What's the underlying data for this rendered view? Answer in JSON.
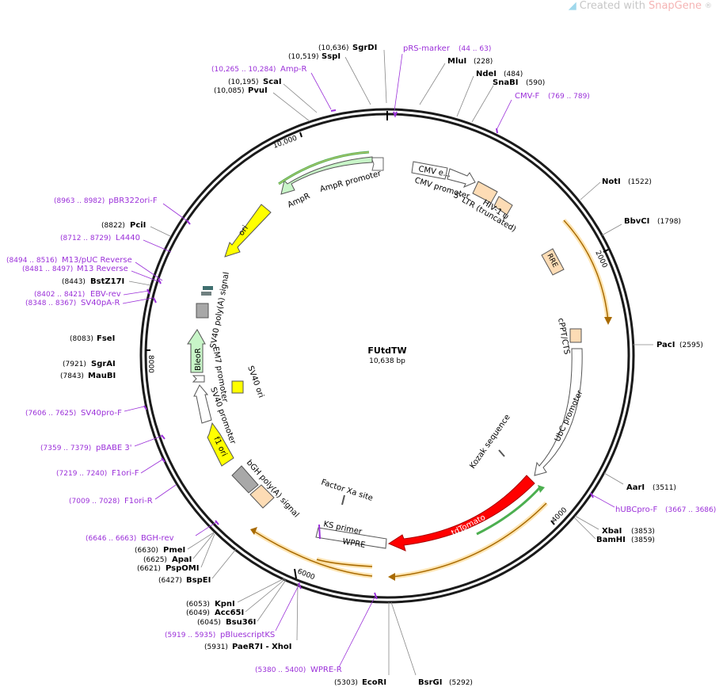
{
  "watermark": {
    "prefix": "Created with",
    "brand": "SnapGene",
    "suffix": "®"
  },
  "plasmid": {
    "name": "FUtdTW",
    "size": "10,638 bp",
    "length_bp": 10638
  },
  "ticks": [
    "2000",
    "4000",
    "6000",
    "8000",
    "10,000"
  ],
  "sites": [
    {
      "pos": "(10,636)",
      "name": "SgrDI"
    },
    {
      "pos": "(10,519)",
      "name": "SspI"
    },
    {
      "pos": "(228)",
      "name": "MluI"
    },
    {
      "pos": "(484)",
      "name": "NdeI"
    },
    {
      "pos": "(590)",
      "name": "SnaBI"
    },
    {
      "pos": "(10,195)",
      "name": "ScaI"
    },
    {
      "pos": "(10,085)",
      "name": "PvuI"
    },
    {
      "pos": "(1522)",
      "name": "NotI"
    },
    {
      "pos": "(1798)",
      "name": "BbvCI"
    },
    {
      "pos": "(2595)",
      "name": "PacI"
    },
    {
      "pos": "(3511)",
      "name": "AarI"
    },
    {
      "pos": "(3853)",
      "name": "XbaI"
    },
    {
      "pos": "(3859)",
      "name": "BamHI"
    },
    {
      "pos": "(8822)",
      "name": "PciI"
    },
    {
      "pos": "(8443)",
      "name": "BstZ17I"
    },
    {
      "pos": "(8083)",
      "name": "FseI"
    },
    {
      "pos": "(7921)",
      "name": "SgrAI"
    },
    {
      "pos": "(7843)",
      "name": "MauBI"
    },
    {
      "pos": "(6630)",
      "name": "PmeI"
    },
    {
      "pos": "(6625)",
      "name": "ApaI"
    },
    {
      "pos": "(6621)",
      "name": "PspOMI"
    },
    {
      "pos": "(6427)",
      "name": "BspEI"
    },
    {
      "pos": "(6053)",
      "name": "KpnI"
    },
    {
      "pos": "(6049)",
      "name": "Acc65I"
    },
    {
      "pos": "(6045)",
      "name": "Bsu36I"
    },
    {
      "pos": "(5931)",
      "name": "PaeR7I - XhoI"
    },
    {
      "pos": "(5303)",
      "name": "EcoRI"
    },
    {
      "pos": "(5292)",
      "name": "BsrGI"
    }
  ],
  "primers": [
    {
      "name": "pRS-marker",
      "pos": "(44 .. 63)"
    },
    {
      "name": "Amp-R",
      "pos": "(10,265 .. 10,284)"
    },
    {
      "name": "CMV-F",
      "pos": "(769 .. 789)"
    },
    {
      "name": "pBR322ori-F",
      "pos": "(8963 .. 8982)"
    },
    {
      "name": "L4440",
      "pos": "(8712 .. 8729)"
    },
    {
      "name": "M13/pUC Reverse",
      "pos": "(8494 .. 8516)"
    },
    {
      "name": "M13 Reverse",
      "pos": "(8481 .. 8497)"
    },
    {
      "name": "EBV-rev",
      "pos": "(8402 .. 8421)"
    },
    {
      "name": "SV40pA-R",
      "pos": "(8348 .. 8367)"
    },
    {
      "name": "SV40pro-F",
      "pos": "(7606 .. 7625)"
    },
    {
      "name": "pBABE 3'",
      "pos": "(7359 .. 7379)"
    },
    {
      "name": "F1ori-F",
      "pos": "(7219 .. 7240)"
    },
    {
      "name": "F1ori-R",
      "pos": "(7009 .. 7028)"
    },
    {
      "name": "BGH-rev",
      "pos": "(6646 .. 6663)"
    },
    {
      "name": "pBluescriptKS",
      "pos": "(5919 .. 5935)"
    },
    {
      "name": "WPRE-R",
      "pos": "(5380 .. 5400)"
    },
    {
      "name": "hUBCpro-F",
      "pos": "(3667 .. 3686)"
    }
  ],
  "features": {
    "ampr_promoter": "AmpR promoter",
    "ampr": "AmpR",
    "cmv_enhancer": "CMV e...",
    "cmv_promoter": "CMV promoter",
    "ltr": "5' LTR (truncated)",
    "hiv_psi": "HIV-1 ψ",
    "rre": "RRE",
    "cppt": "cPPT/CTS",
    "ubc": "UbC promoter",
    "kozak": "Kozak sequence",
    "tdtomato": "tdTomato",
    "wpre": "WPRE",
    "ks_primer": "KS primer",
    "factor_xa": "Factor Xa site",
    "bgh": "bGH poly(A) signal",
    "f1ori": "f1 ori",
    "sv40_promoter": "SV40 promoter",
    "sv40_ori": "SV40 ori",
    "em7": "EM7 promoter",
    "bleor": "BleoR",
    "sv40_polya": "SV40 poly(A) signal",
    "ori": "ori"
  },
  "colors": {
    "backbone": "#1a1a1a",
    "primer": "#9b30d9",
    "promoter": "#ffffff",
    "misc_feature": "#fddcb5",
    "ori": "#ffff00",
    "resistance": "#c8f5c8",
    "polya": "#a8a8a8",
    "reporter": "#ff0000",
    "orf": "#ffb84d",
    "green": "#4caf50"
  }
}
